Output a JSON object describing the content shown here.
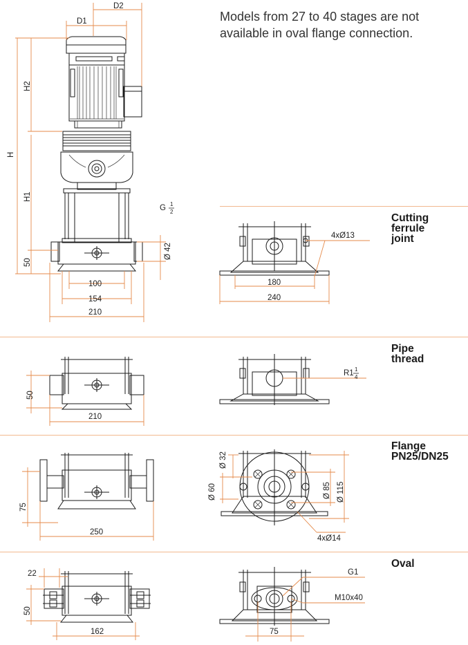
{
  "note": "Models from 27 to 40 stages are not available in oval flange connection.",
  "sections": {
    "cutting": {
      "title_line1": "Cutting",
      "title_line2": "ferrule",
      "title_line3": "joint"
    },
    "pipe": {
      "title_line1": "Pipe",
      "title_line2": "thread"
    },
    "flange": {
      "title_line1": "Flange",
      "title_line2": "PN25/DN25"
    },
    "oval": {
      "title_line1": "Oval"
    }
  },
  "dimensions": {
    "d1": "D1",
    "d2": "D2",
    "h": "H",
    "h1": "H1",
    "h2": "H2",
    "g_prefix": "G",
    "g_num": "1",
    "g_den": "2",
    "main_50": "50",
    "dia42": "Ø 42",
    "w100": "100",
    "w154": "154",
    "w210": "210",
    "holes_cut": "4xØ13",
    "w180": "180",
    "w240": "240",
    "pipe_50": "50",
    "pipe_210": "210",
    "r_prefix": "R1",
    "r_num": "1",
    "r_den": "4",
    "fl_75": "75",
    "fl_250": "250",
    "dia32": "Ø 32",
    "dia60": "Ø 60",
    "dia85": "Ø 85",
    "dia115": "Ø 115",
    "holes_fl": "4xØ14",
    "ov_22": "22",
    "ov_50": "50",
    "ov_162": "162",
    "ov_g1": "G1",
    "ov_m10": "M10x40",
    "ov_75": "75"
  },
  "colors": {
    "dimension_line": "#e58a4a",
    "separator": "#f2b88e",
    "outline": "#1a1a1a"
  }
}
